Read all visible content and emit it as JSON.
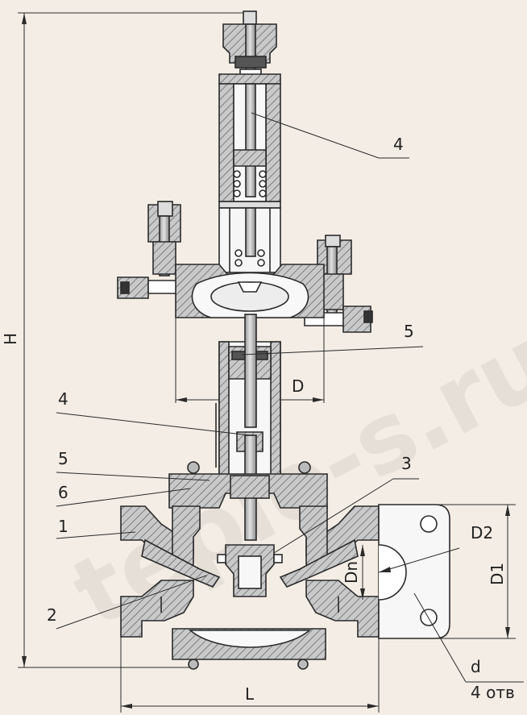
{
  "watermark": "teplo-s.ru",
  "colors": {
    "background": "#f3ede5",
    "hatch_fill": "#c9c9c9",
    "line": "#2a2a2a",
    "watermark": "#e6dfd7"
  },
  "callouts": [
    {
      "id": "4-top",
      "text": "4"
    },
    {
      "id": "5-right",
      "text": "5"
    },
    {
      "id": "4-mid",
      "text": "4"
    },
    {
      "id": "5-left",
      "text": "5"
    },
    {
      "id": "6",
      "text": "6"
    },
    {
      "id": "1",
      "text": "1"
    },
    {
      "id": "3",
      "text": "3"
    },
    {
      "id": "2",
      "text": "2"
    }
  ],
  "dimensions": {
    "H": "H",
    "D": "D",
    "Dn": "Dn",
    "D1": "D1",
    "D2": "D2",
    "L": "L",
    "d": "d",
    "holes": "4 отв"
  }
}
